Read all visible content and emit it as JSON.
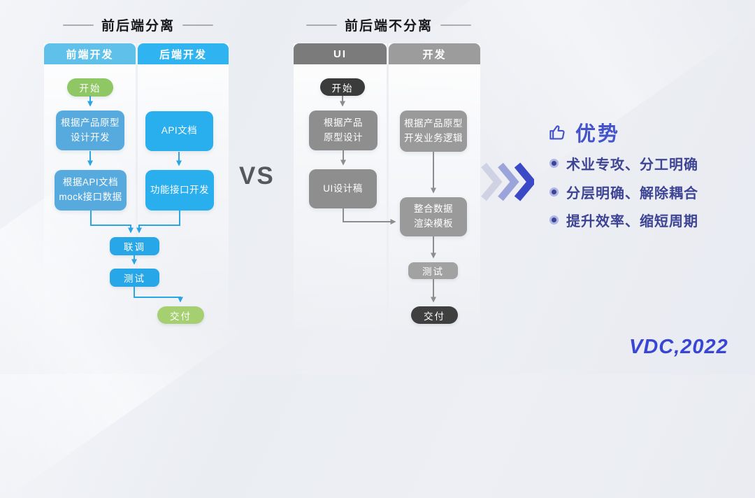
{
  "separated": {
    "title": "前后端分离",
    "columns": [
      "前端开发",
      "后端开发"
    ],
    "nodes": {
      "start": "开始",
      "fe1": [
        "根据产品原型",
        "设计开发"
      ],
      "fe2": [
        "根据API文档",
        "mock接口数据"
      ],
      "be1": "API文档",
      "be2": "功能接口开发",
      "joint": "联调",
      "test": "测试",
      "deliver": "交付"
    }
  },
  "vs": "VS",
  "coupled": {
    "title": "前后端不分离",
    "columns": [
      "UI",
      "开发"
    ],
    "nodes": {
      "start": "开始",
      "ui1": [
        "根据产品",
        "原型设计"
      ],
      "ui2": "UI设计稿",
      "dev1": [
        "根据产品原型",
        "开发业务逻辑"
      ],
      "dev2": [
        "整合数据",
        "渲染模板"
      ],
      "test": "测试",
      "deliver": "交付"
    }
  },
  "advantages": {
    "title": "优势",
    "items": [
      "术业专攻、分工明确",
      "分层明确、解除耦合",
      "提升效率、缩短周期"
    ]
  },
  "footer": {
    "logo": "VDC,2022"
  },
  "colors": {
    "fe_header": "#5fc0ea",
    "be_header": "#2fb3f1",
    "fe_box": "#57aadd",
    "be_box": "#29aeee",
    "merge_box": "#27a7e8",
    "start_green": "#8fc765",
    "deliver_green": "#a6cf72",
    "ui_header": "#7b7b7b",
    "dev_header": "#9c9c9c",
    "ui_box": "#8e8e8e",
    "dev_box": "#9a9a9a",
    "gray_test": "#a2a2a2",
    "dark_pill": "#3b3b3b",
    "dark_deliver": "#3f3f3f",
    "blue_line": "#2ba6e4",
    "gray_line": "#8d8d8d",
    "advantage_accent": "#4553cb",
    "advantage_text": "#3e4494",
    "logo_blue": "#3846d3"
  }
}
